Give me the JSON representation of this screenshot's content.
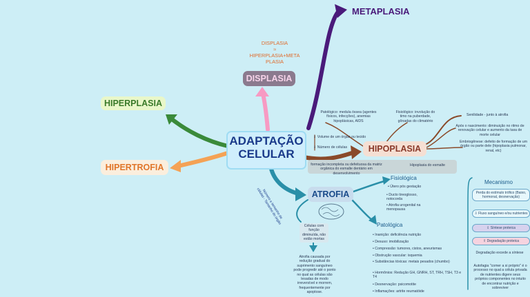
{
  "center": {
    "line1": "ADAPTAÇÃO",
    "line2": "CELULAR"
  },
  "metaplasia": "METAPLASIA",
  "displasia": {
    "label": "DISPLASIA",
    "note_lines": [
      "DISPLASIA",
      "≈",
      "HIPERPLASIA+META",
      "PLASIA"
    ]
  },
  "hiperplasia": "HIPERPLASIA",
  "hipertrofia": "HIPERTROFIA",
  "hipoplasia": {
    "label": "HIPOPLASIA",
    "patologico_note": "Patológico: medula óssea (agentes físicos, infecções), anemias hipoplásicas, AIDS",
    "fisiologico_note": "Fisiológico: involução do timo na puberdade, gônadas do climatério",
    "senilidade": "Senilidade - junto à atrofia",
    "nascimento": "Após o nascimento: diminuição no ritmo de renovação celular e aumento da taxa de morte celular",
    "embriogenese": "Embriogênese: defeito de formação de um órgão ou parte dele (hipoplasia pulmonar, renal, etc)",
    "volume": "Volume de um órgão ou tecido",
    "numero": "Número de células",
    "incompleta": "formação incompleta ou defeituosa da matriz orgânica do esmalte dentário em desenvolvimento",
    "esmalte": "Hipoplasia do esmalte"
  },
  "atrofia": {
    "label": "ATROFIA",
    "side_text": "Número e tamanho de células - Tamanho do órgão",
    "cells_note": "Células com função diminuída, não estão mortas",
    "bottom_note": "Atrofia causada por redução gradual do suprimento sanguíneo pode progredir até o ponto no qual as células são lesadas de modo irreversível e morrem, frequentemente por apoptose.",
    "fisiologica": {
      "title": "Fisiológica",
      "items": [
        "Útero pós gestação",
        "Ducto tireoglosso, notocorda",
        "Atrofia urogenital na menopausa"
      ]
    },
    "patologica": {
      "title": "Patológica",
      "items": [
        "Inanição: deficiência nutrição",
        "Desuso: imobilização",
        "Compressão: tumores, cistos, aneurismas",
        "Obstrução vascular: isquemia",
        "Substâncias tóxicas: metais pesados (chumbo)",
        "Hormônios: Redução GH, GNRH, ST, TRH, TSH, T3 e T4",
        "Desnervação: psicomotite",
        "Inflamações: artrite reumatóide"
      ]
    }
  },
  "mecanismo": {
    "title": "Mecanismo",
    "items": [
      "Perda do estímulo trófico (Baixo, hormonal, desnervação)",
      "Fluxo sanguíneo e/ou nutrientes",
      "Síntese proteica",
      "Degradação proteica",
      "Degradação excede a síntese",
      "Autofagia \"comer a si próprio\" é o processo no qual a célula privada de nutrientes digere seus próprios componentes no intuito de encontrar nutrição e sobreviver"
    ]
  },
  "colors": {
    "background": "#cdeef6",
    "metaplasia": "#4a1a7a",
    "displasia_arrow": "#f79ac3",
    "hiperplasia_arrow": "#3a8a3a",
    "hipertrofia_arrow": "#f4a255",
    "hipoplasia_arrow": "#8a4a2a",
    "atrofia_arrow": "#2a8fa8"
  }
}
